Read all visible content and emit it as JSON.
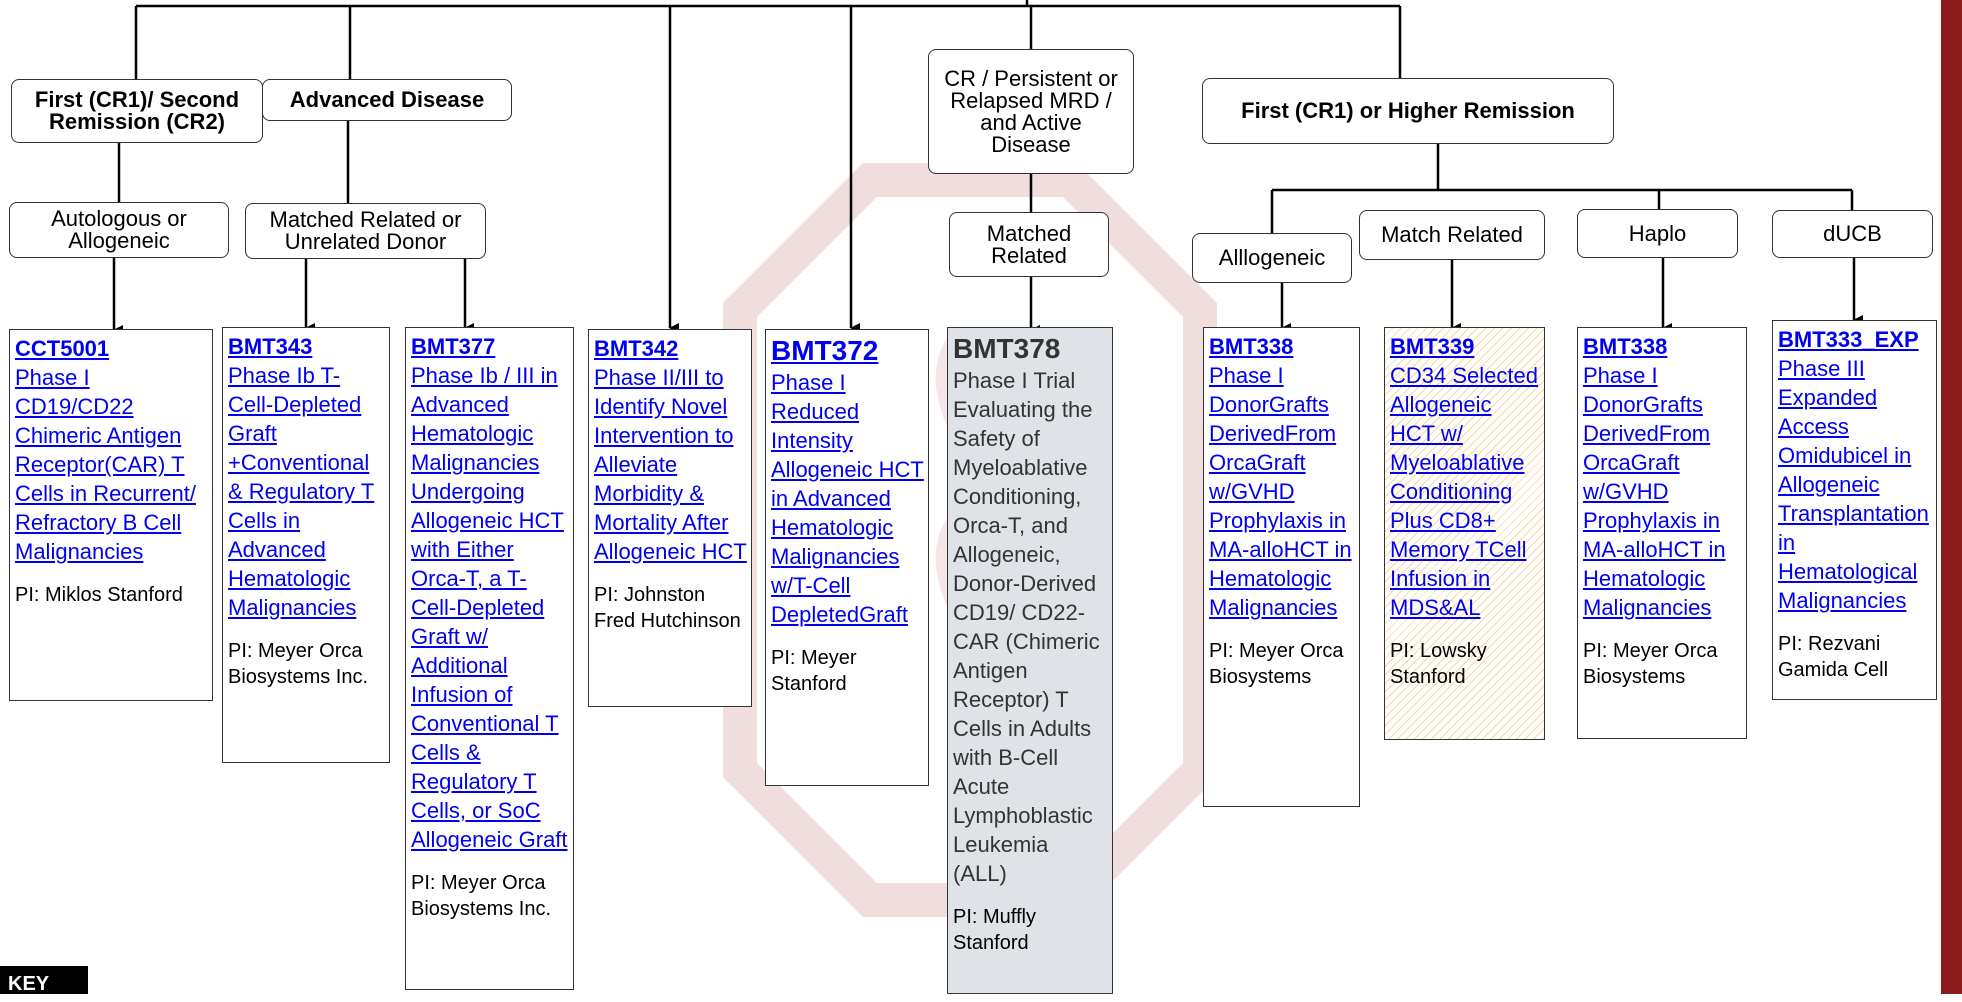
{
  "top_nodes": {
    "first_second": "First (CR1)/ Second Remission (CR2)",
    "advanced": "Advanced Disease",
    "cr_persistent": "CR / Persistent or Relapsed MRD / and Active Disease",
    "first_higher": "First (CR1) or Higher Remission"
  },
  "donor_nodes": {
    "auto_allo": "Autologous or Allogeneic",
    "matched_related_unrelated": "Matched Related or Unrelated Donor",
    "matched_related": "Matched Related",
    "alllogeneic": "Alllogeneic",
    "match_related": "Match Related",
    "haplo": "Haplo",
    "ducb": "dUCB"
  },
  "trials": {
    "cct5001": {
      "id": "CCT5001",
      "title": "Phase I CD19/CD22 Chimeric Antigen Receptor(CAR) T Cells in Recurrent/ Refractory B Cell Malignancies",
      "pi": "PI: Miklos",
      "site": "Stanford"
    },
    "bmt343": {
      "id": "BMT343",
      "title": "Phase Ib T-Cell-Depleted Graft +Conventional & Regulatory T Cells in Advanced Hematologic Malignancies",
      "pi": "PI: Meyer",
      "site": "Orca Biosystems Inc."
    },
    "bmt377": {
      "id": "BMT377",
      "title": "Phase Ib / III in Advanced Hematologic Malignancies Undergoing Allogeneic HCT with Either Orca-T, a T-Cell-Depleted Graft w/ Additional Infusion of Conventional T Cells & Regulatory T Cells, or SoC Allogeneic Graft",
      "pi": "PI: Meyer",
      "site": "Orca Biosystems Inc."
    },
    "bmt342": {
      "id": "BMT342",
      "title": "Phase II/III to Identify Novel Intervention to Alleviate Morbidity & Mortality After Allogeneic HCT",
      "pi": "PI: Johnston",
      "site": "Fred Hutchinson"
    },
    "bmt372": {
      "id": "BMT372",
      "title": "Phase I Reduced Intensity Allogeneic HCT in Advanced Hematologic Malignancies w/T-Cell DepletedGraft",
      "pi": "PI: Meyer",
      "site": "Stanford"
    },
    "bmt378": {
      "id": "BMT378",
      "title": "Phase I Trial Evaluating the Safety of Myeloablative Conditioning, Orca-T, and Allogeneic, Donor-Derived CD19/ CD22-CAR (Chimeric Antigen Receptor) T Cells in Adults with B-Cell Acute Lymphoblastic Leukemia (ALL)",
      "pi": "PI: Muffly",
      "site": "Stanford"
    },
    "bmt338a": {
      "id": "BMT338",
      "title": "Phase I DonorGrafts DerivedFrom OrcaGraft w/GVHD Prophylaxis in MA-alloHCT in Hematologic Malignancies",
      "pi": "PI: Meyer",
      "site": "Orca Biosystems"
    },
    "bmt339": {
      "id": "BMT339",
      "title": "CD34 Selected Allogeneic HCT w/ Myeloablative Conditioning Plus CD8+ Memory TCell Infusion in MDS&AL",
      "pi": "PI: Lowsky",
      "site": "Stanford"
    },
    "bmt338b": {
      "id": "BMT338",
      "title": "Phase I DonorGrafts DerivedFrom OrcaGraft w/GVHD Prophylaxis in MA-alloHCT in Hematologic Malignancies",
      "pi": "PI: Meyer",
      "site": "Orca Biosystems"
    },
    "bmt333": {
      "id": "BMT333_EXP",
      "title": "Phase III Expanded Access Omidubicel in Allogeneic Transplantation in Hematological Malignancies",
      "pi": "PI: Rezvani",
      "site": "Gamida Cell"
    }
  },
  "key_label": "KEY",
  "colors": {
    "link": "#0000ee",
    "accent_bar": "#8b1a1a",
    "grey_box": "#dfe2e7",
    "hatch": "#f7d9a0"
  }
}
